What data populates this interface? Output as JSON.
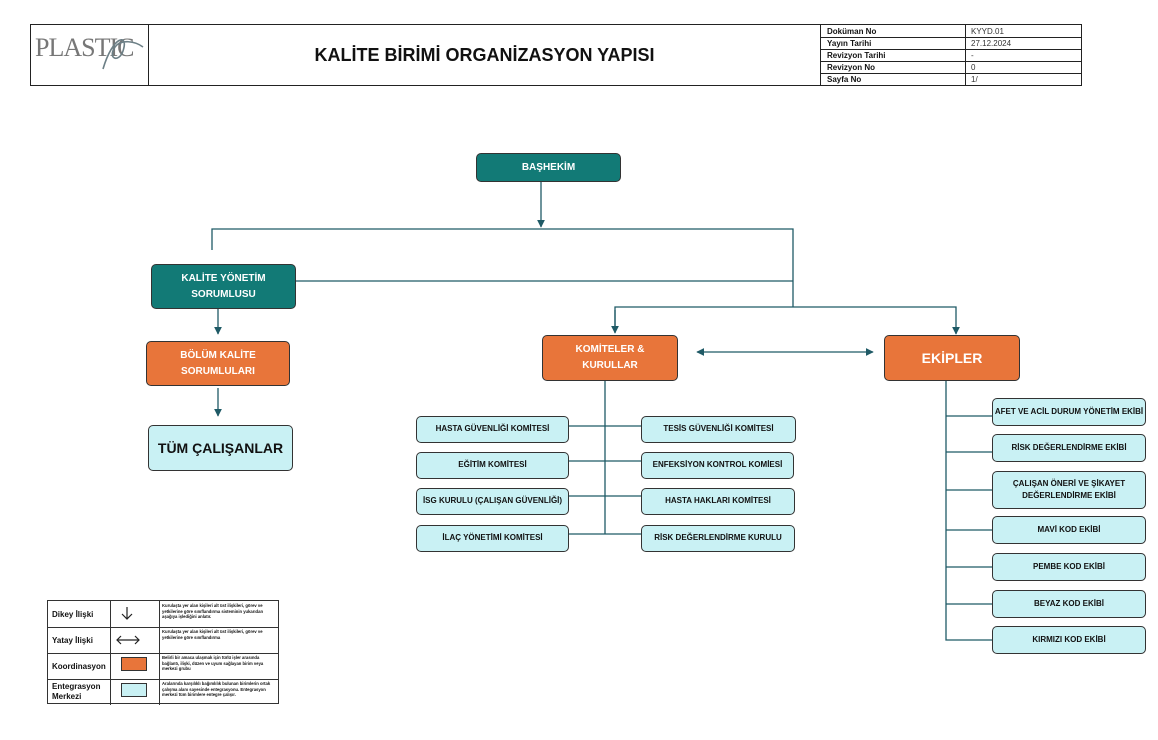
{
  "header": {
    "logo_text": "PLASTIC",
    "title": "KALİTE BİRİMİ ORGANİZASYON YAPISI",
    "doc_info": [
      {
        "label": "Doküman No",
        "value": "KYYD.01"
      },
      {
        "label": "Yayın Tarihi",
        "value": "27.12.2024"
      },
      {
        "label": "Revizyon Tarihi",
        "value": "-"
      },
      {
        "label": "Revizyon No",
        "value": "0"
      },
      {
        "label": "Sayfa No",
        "value": "1/"
      }
    ]
  },
  "org": {
    "root": "BAŞHEKİM",
    "quality_manager": "KALİTE YÖNETİM SORUMLUSU",
    "dept_quality": "BÖLÜM KALİTE SORUMLULARI",
    "all_staff": "TÜM ÇALIŞANLAR",
    "committees": {
      "title": "KOMİTELER & KURULLAR",
      "left": [
        "HASTA GÜVENLİĞİ KOMİTESİ",
        "EĞİTİM KOMİTESİ",
        "İSG KURULU (ÇALIŞAN GÜVENLİĞİ)",
        "İLAÇ YÖNETİMİ KOMİTESİ"
      ],
      "right": [
        "TESİS GÜVENLİĞİ KOMİTESİ",
        "ENFEKSİYON KONTROL KOMİESİ",
        "HASTA HAKLARI KOMİTESİ",
        "RİSK DEĞERLENDİRME KURULU"
      ]
    },
    "teams": {
      "title": "EKİPLER",
      "items": [
        "AFET VE ACİL DURUM YÖNETİM EKİBİ",
        "RİSK DEĞERLENDİRME EKİBİ",
        "ÇALIŞAN ÖNERİ VE ŞİKAYET DEĞERLENDİRME EKİBİ",
        "MAVİ KOD EKİBİ",
        "PEMBE KOD EKİBİ",
        "BEYAZ KOD EKİBİ",
        "KIRMIZI KOD EKİBİ"
      ]
    }
  },
  "legend": [
    {
      "term": "Dikey İlişki",
      "symbol": "down-arrow-icon",
      "desc": "Kurulaşta yer alan kişileri alt üst ilişkileri, görev ve yetkilerine göre sınıflandırma sisteminin yukarıdan aşağıya işlediğini anlatır."
    },
    {
      "term": "Yatay İlişki",
      "symbol": "left-right-arrow-icon",
      "desc": "Kurulaşta yer alan kişileri alt üst ilişkileri, görev ve yetkilerine göre sınıflandırma"
    },
    {
      "term": "Koordinasyon",
      "symbol": "orange-swatch",
      "desc": "Belirli bir amaca ulaşmak için türlü işler arasında bağlantı, ilişki, düzen ve uyum sağlayan birim veya merkezi grubu"
    },
    {
      "term": "Entegrasyon Merkezi",
      "symbol": "lightblue-swatch",
      "desc": "Aralarında karşılıklı bağımlılık bulunan birimlerin ortak çalışma alanı sayesinde entegrasyonu. Entegrasyon merkezi tüm birimlere entegre çalışır."
    }
  ],
  "colors": {
    "teal": "#127a76",
    "orange": "#e8753a",
    "light_blue": "#c9f1f4",
    "connector": "#1f5a66"
  }
}
